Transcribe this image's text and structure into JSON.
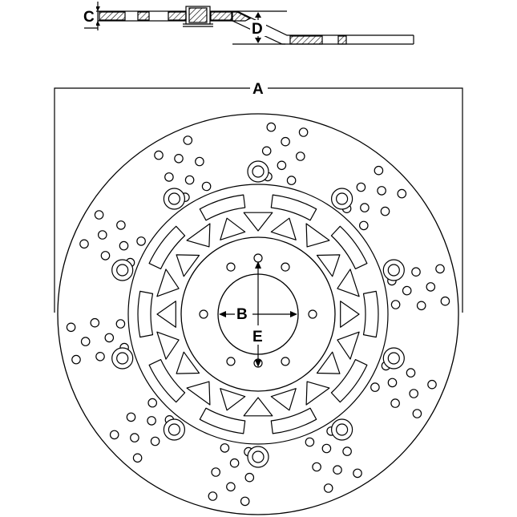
{
  "dimension_labels": {
    "outer_diameter": "A",
    "bore_diameter": "B",
    "thickness": "C",
    "offset": "D",
    "bolt_circle": "E"
  },
  "colors": {
    "stroke": "#000000",
    "background": "#ffffff"
  }
}
